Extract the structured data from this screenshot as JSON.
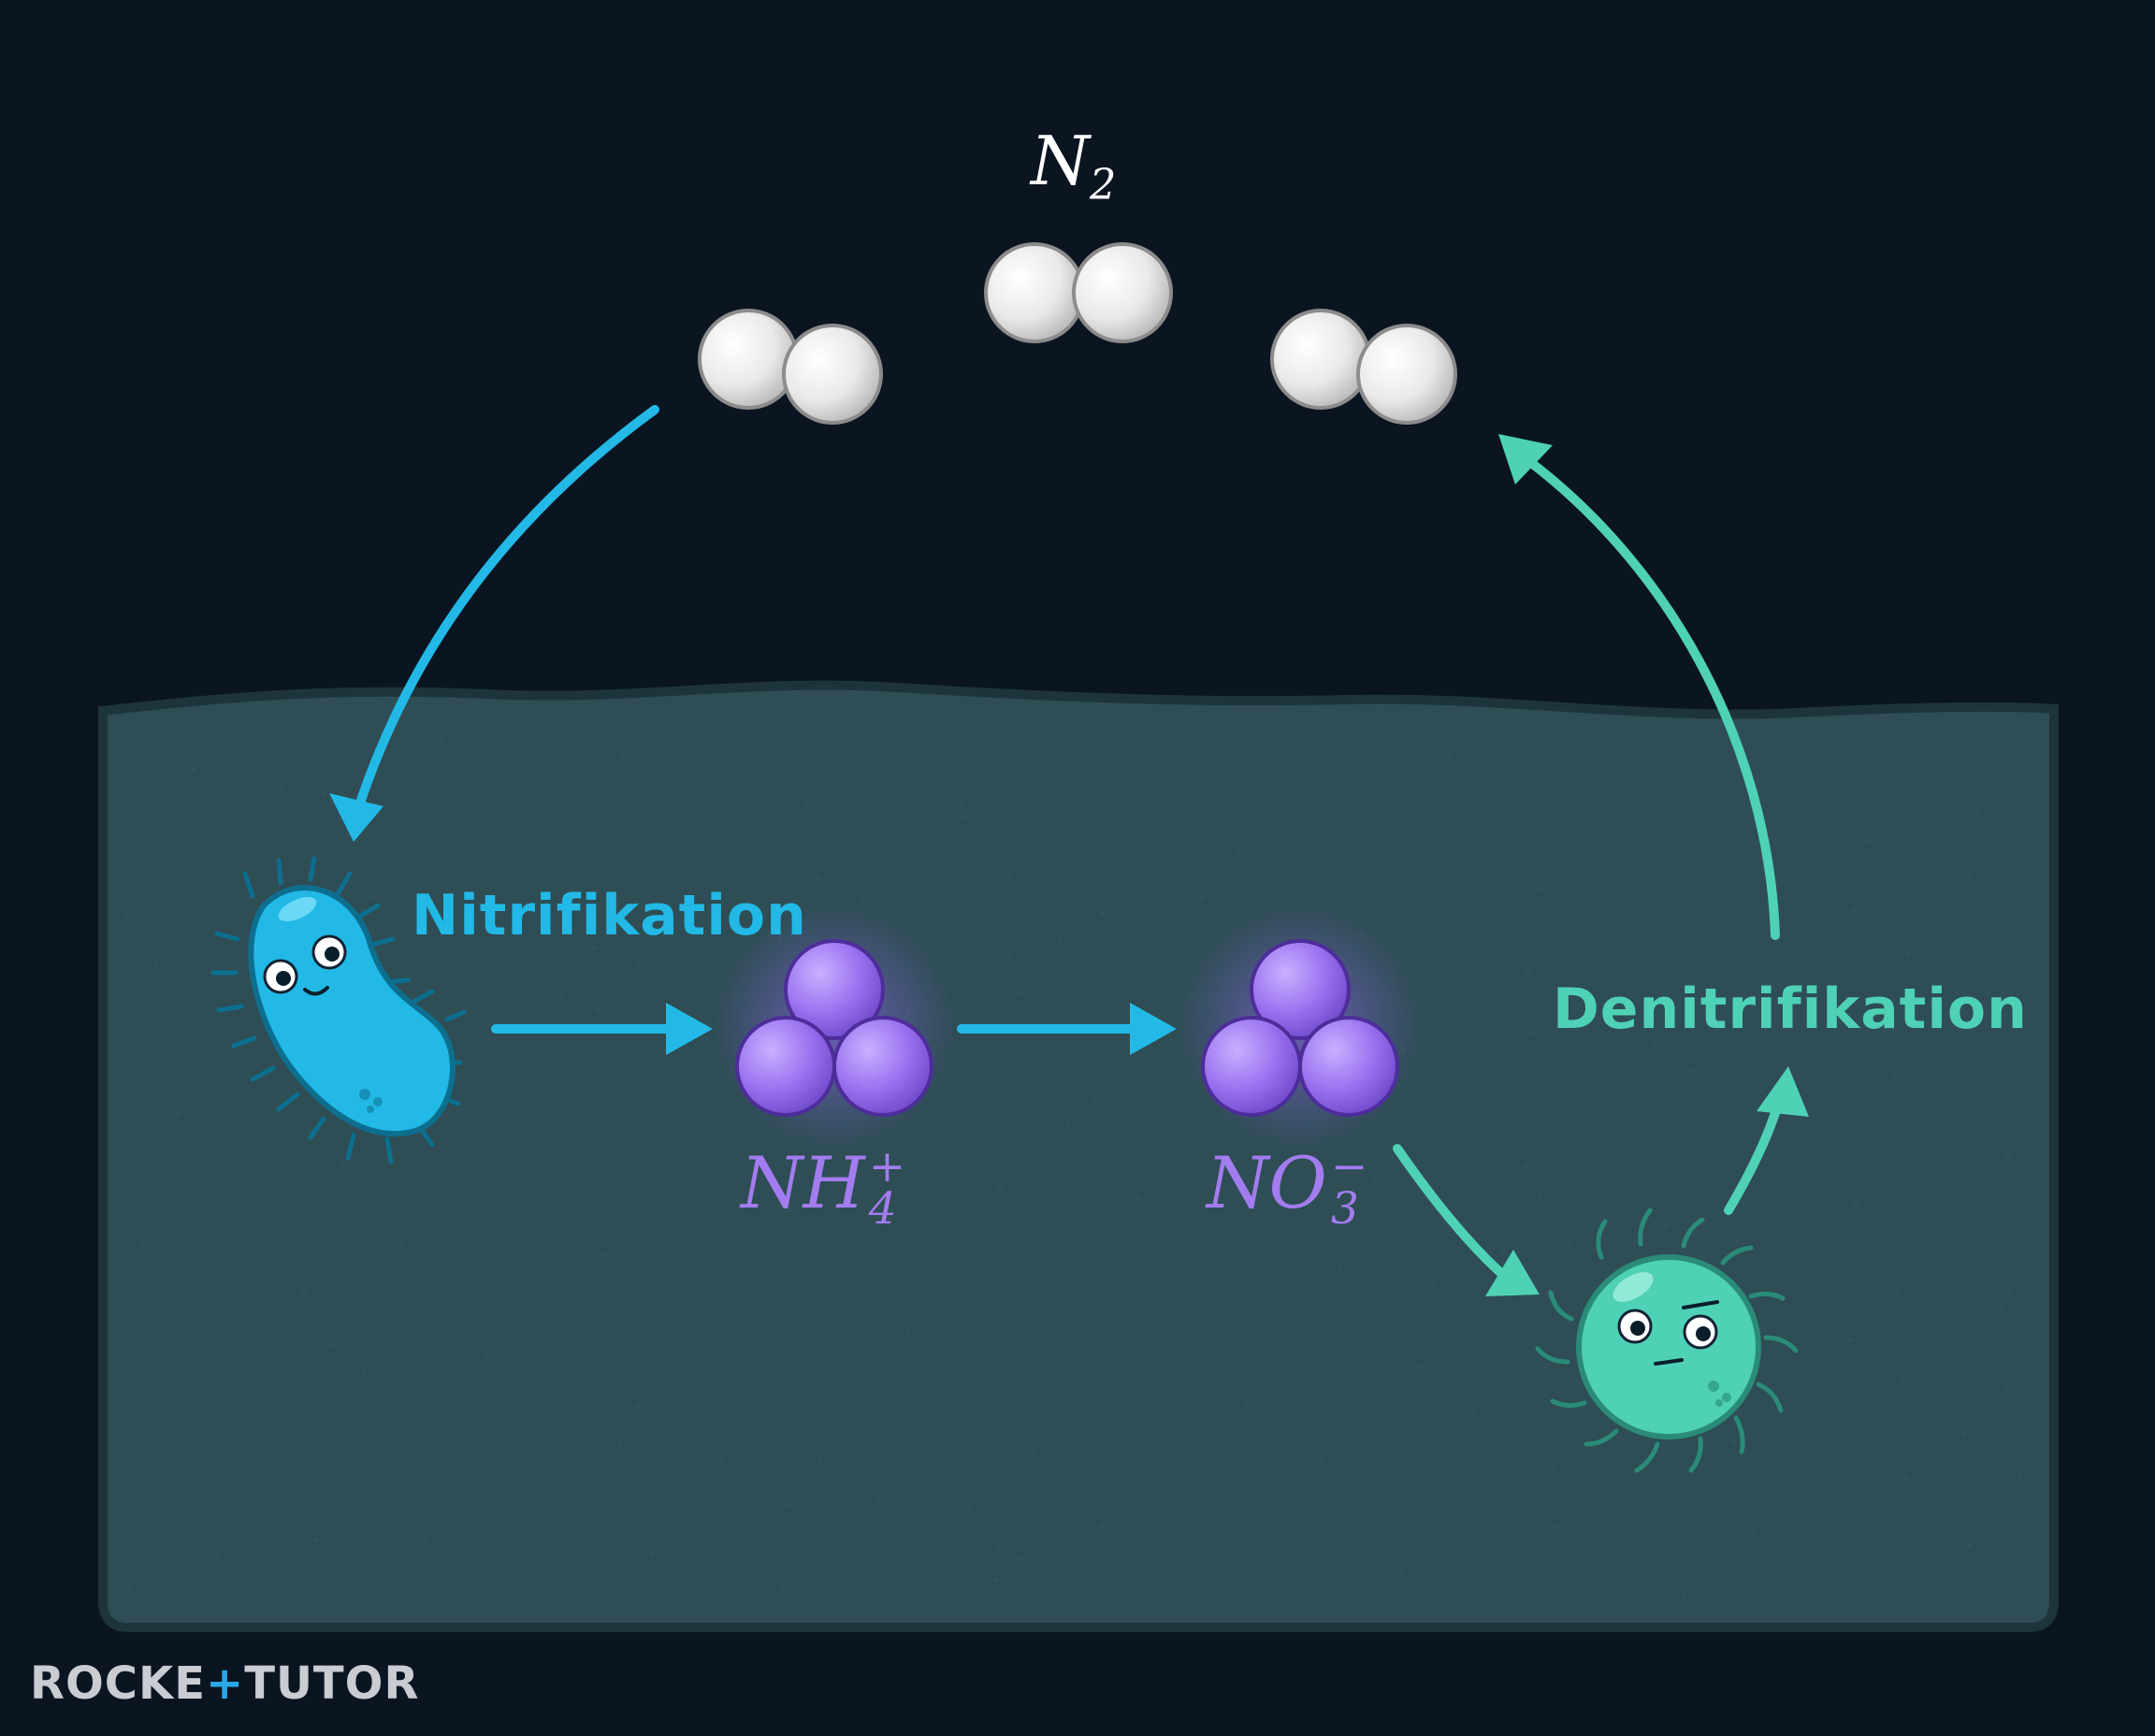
{
  "molecules": {
    "n2_label": "N",
    "n2_sub": "2",
    "ammonium": {
      "base": "NH",
      "sub": "4",
      "sup": "+"
    },
    "nitrate": {
      "base": "NO",
      "sub": "3",
      "sup": "−"
    }
  },
  "processes": {
    "nitrification": "Nitrifikation",
    "denitrification": "Denitrifikation"
  },
  "logo": {
    "part1": "ROCKE",
    "cross": "+",
    "part2": "TUTO",
    "end": "R"
  },
  "colors": {
    "background": "#0b1522",
    "soil": "#2e4d55",
    "blue_bacterium": "#22b9e6",
    "green_bacterium": "#4fd1b5",
    "molecule_purple": "#a37cf0",
    "n2_white": "#f2f2f2"
  }
}
